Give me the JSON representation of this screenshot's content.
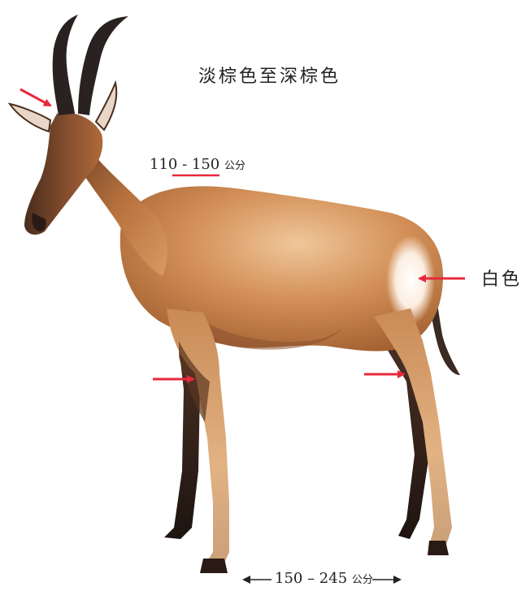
{
  "labels": {
    "color_range": "淡棕色至深棕色",
    "rump_patch": "白色",
    "shoulder_height_value": "110 - 150",
    "shoulder_height_unit": "公分",
    "body_length_value": "150 – 245",
    "body_length_unit": "公分"
  },
  "colors": {
    "arrow": "#e8283c",
    "coat_light": "#d9a06a",
    "coat_mid": "#b8723e",
    "coat_dark": "#5a3620",
    "leg_dark": "#2a1a14",
    "horn": "#2a2220"
  },
  "icons": {
    "body_length_arrows": "double-headed-horizontal-arrow"
  }
}
